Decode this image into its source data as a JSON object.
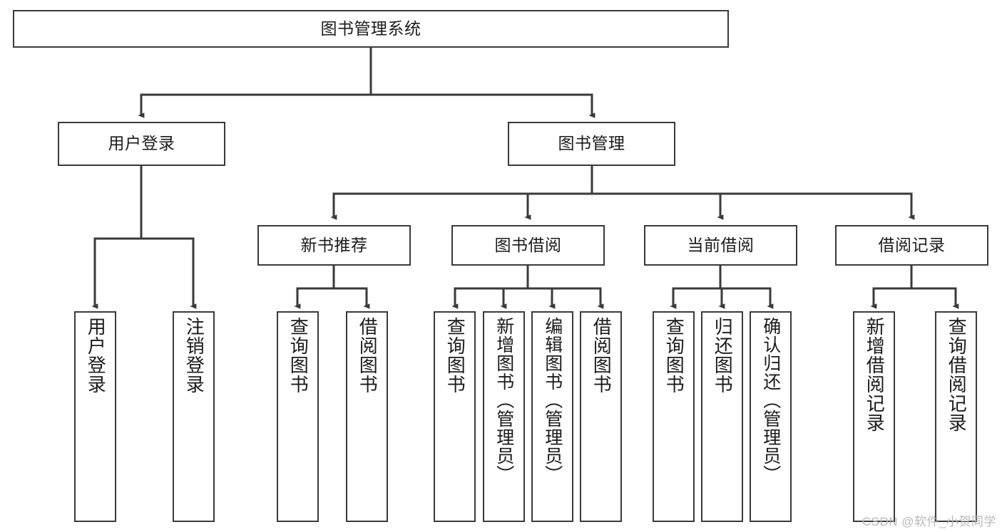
{
  "diagram": {
    "type": "tree",
    "title": "图书管理系统",
    "watermark": "CSDN @软件_小贺同学",
    "root": {
      "id": "root",
      "label": "图书管理系统"
    },
    "level1": [
      {
        "id": "user-login",
        "label": "用户登录"
      },
      {
        "id": "book-manage",
        "label": "图书管理"
      }
    ],
    "level2": [
      {
        "id": "new-book-recommend",
        "label": "新书推荐",
        "parent": "book-manage"
      },
      {
        "id": "book-borrow",
        "label": "图书借阅",
        "parent": "book-manage"
      },
      {
        "id": "current-borrow",
        "label": "当前借阅",
        "parent": "book-manage"
      },
      {
        "id": "borrow-record",
        "label": "借阅记录",
        "parent": "book-manage"
      }
    ],
    "leaves": [
      {
        "id": "leaf-user-login",
        "label": "用户登录",
        "parent": "user-login"
      },
      {
        "id": "leaf-logout-login",
        "label": "注销登录",
        "parent": "user-login"
      },
      {
        "id": "leaf-query-book-1",
        "label": "查询图书",
        "parent": "new-book-recommend"
      },
      {
        "id": "leaf-borrow-book-1",
        "label": "借阅图书",
        "parent": "new-book-recommend"
      },
      {
        "id": "leaf-query-book-2",
        "label": "查询图书",
        "parent": "book-borrow"
      },
      {
        "id": "leaf-add-book",
        "label": "新增图书（管理员）",
        "parent": "book-borrow"
      },
      {
        "id": "leaf-edit-book",
        "label": "编辑图书（管理员）",
        "parent": "book-borrow"
      },
      {
        "id": "leaf-borrow-book-2",
        "label": "借阅图书",
        "parent": "book-borrow"
      },
      {
        "id": "leaf-query-book-3",
        "label": "查询图书",
        "parent": "current-borrow"
      },
      {
        "id": "leaf-return-book",
        "label": "归还图书",
        "parent": "current-borrow"
      },
      {
        "id": "leaf-confirm-return",
        "label": "确认归还（管理员）",
        "parent": "current-borrow"
      },
      {
        "id": "leaf-add-record",
        "label": "新增借阅记录",
        "parent": "borrow-record"
      },
      {
        "id": "leaf-query-record",
        "label": "查询借阅记录",
        "parent": "borrow-record"
      }
    ],
    "colors": {
      "stroke": "#3a3a3a",
      "fill": "#ffffff",
      "text": "#1b1b1b",
      "watermark": "#b9b9b9"
    }
  }
}
